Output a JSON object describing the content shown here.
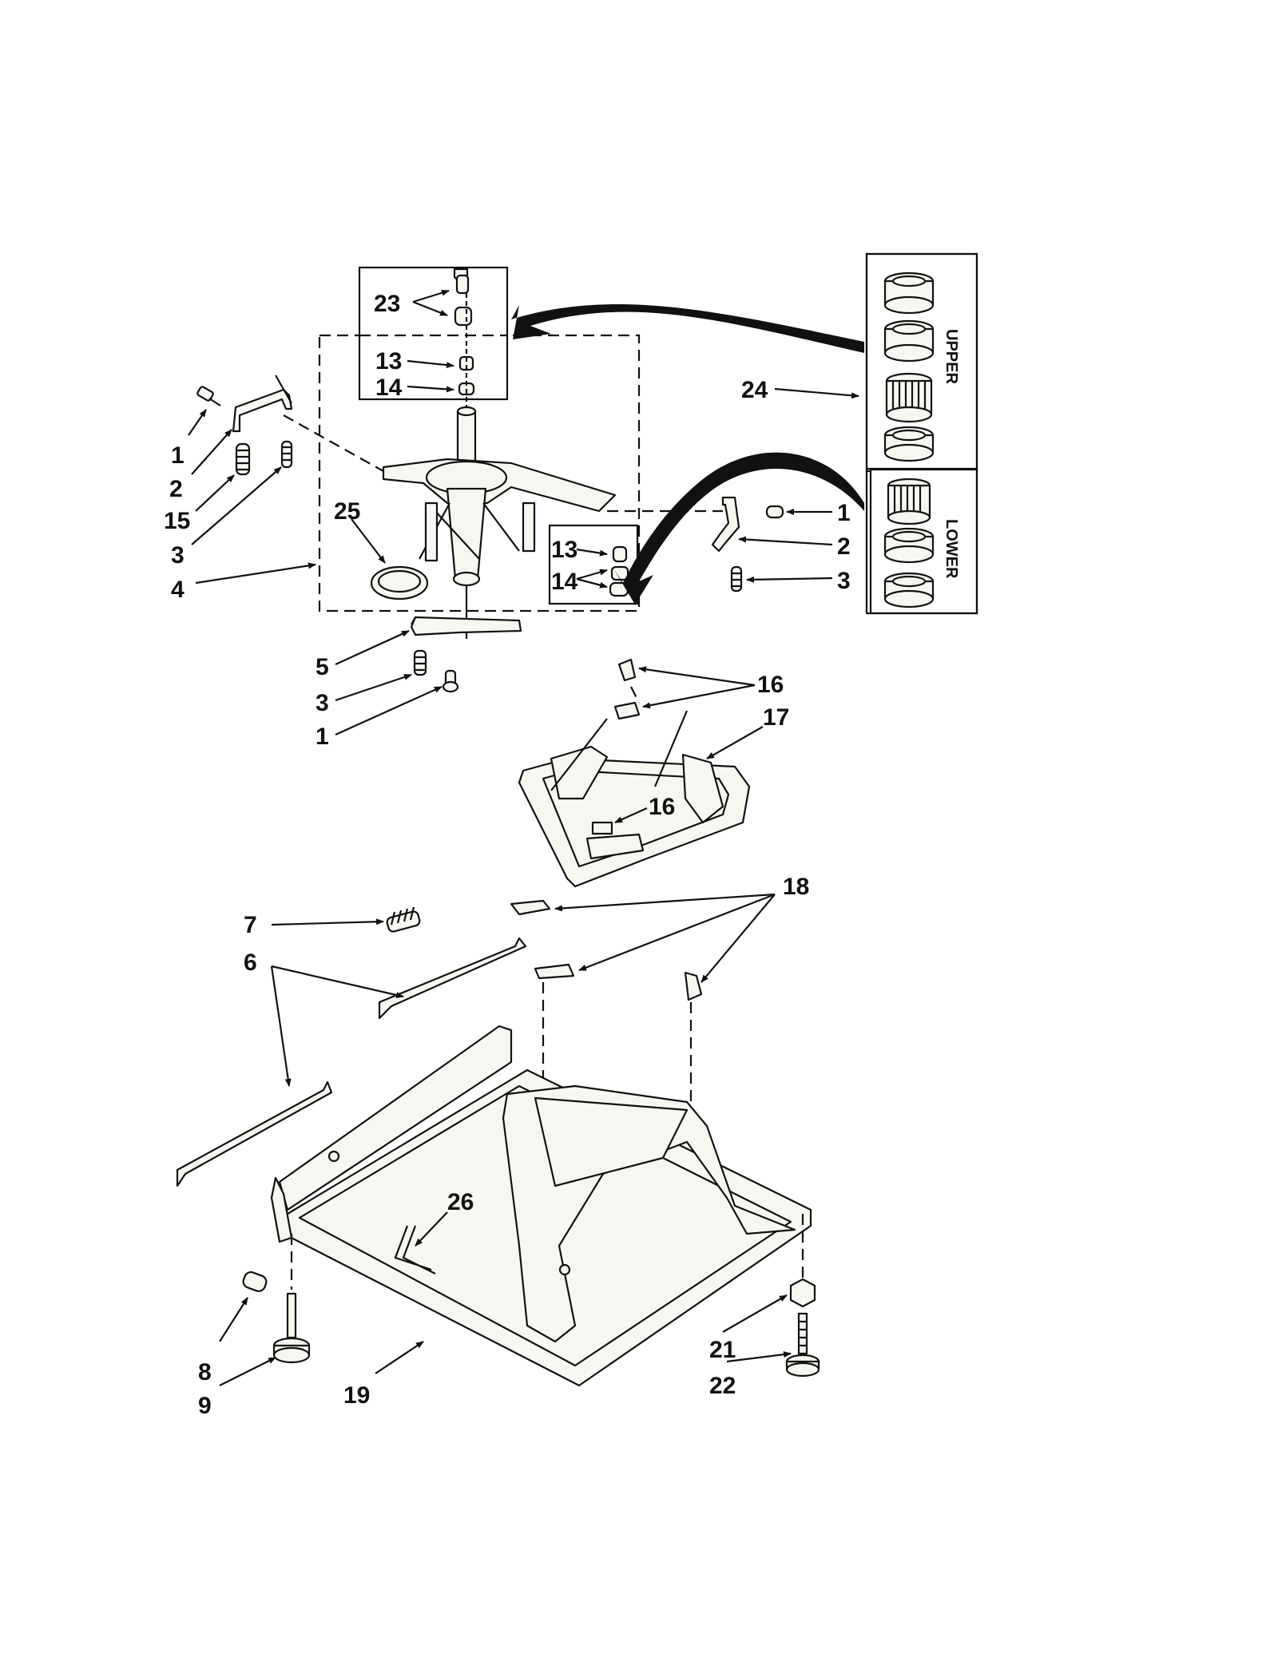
{
  "diagram": {
    "labels": {
      "l1a": "1",
      "l2a": "2",
      "l15": "15",
      "l3a": "3",
      "l4": "4",
      "l25": "25",
      "l23": "23",
      "l13a": "13",
      "l14a": "14",
      "l13b": "13",
      "l14b": "14",
      "l24": "24",
      "l1b": "1",
      "l2b": "2",
      "l3b": "3",
      "l5": "5",
      "l3c": "3",
      "l1c": "1",
      "l16a": "16",
      "l17": "17",
      "l16b": "16",
      "l18": "18",
      "l7": "7",
      "l6": "6",
      "l26": "26",
      "l8": "8",
      "l9": "9",
      "l19": "19",
      "l21": "21",
      "l22": "22"
    },
    "kit_box": {
      "upper": "UPPER",
      "lower": "LOWER"
    }
  }
}
